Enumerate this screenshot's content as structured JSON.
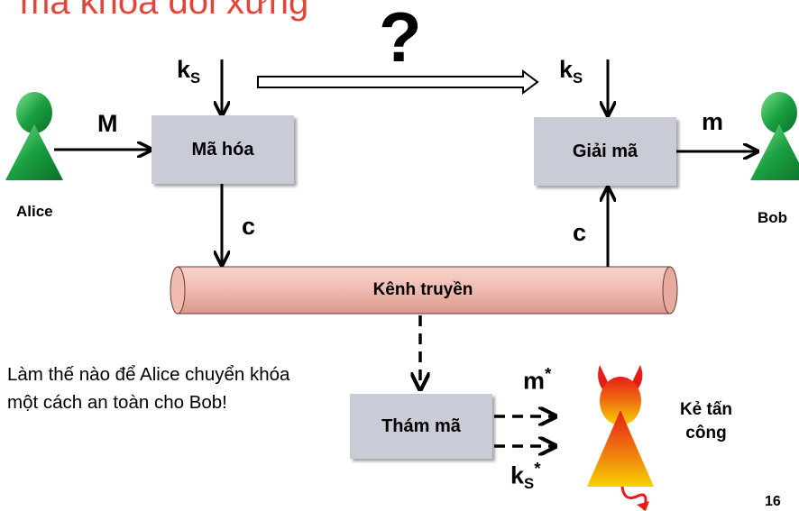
{
  "title": "mã khóa đối xứng",
  "question_mark": "?",
  "nodes": {
    "alice_label": "Alice",
    "bob_label": "Bob",
    "encrypt_box": "Mã hóa",
    "decrypt_box": "Giải mã",
    "channel": "Kênh truyền",
    "cryptanalysis_box": "Thám mã",
    "attacker_label": "Kẻ tấn công"
  },
  "labels": {
    "plaintext_in": "M",
    "plaintext_out": "m",
    "key_sender_base": "k",
    "key_sender_sub": "S",
    "key_receiver_base": "k",
    "key_receiver_sub": "S",
    "cipher_left": "c",
    "cipher_right": "c",
    "attacker_m_base": "m",
    "attacker_m_sup": "*",
    "attacker_k_base": "k",
    "attacker_k_sub": "S",
    "attacker_k_sup": "*"
  },
  "note": "Làm thế nào để Alice chuyển khóa một cách an toàn cho Bob!",
  "page_number": "16",
  "colors": {
    "title": "#e0473a",
    "box_fill": "#c9cbd6",
    "channel_fill": "#f0bbb0",
    "person_green": "#1aa040",
    "attacker_top": "#e81c16",
    "attacker_bottom": "#f7d200"
  }
}
